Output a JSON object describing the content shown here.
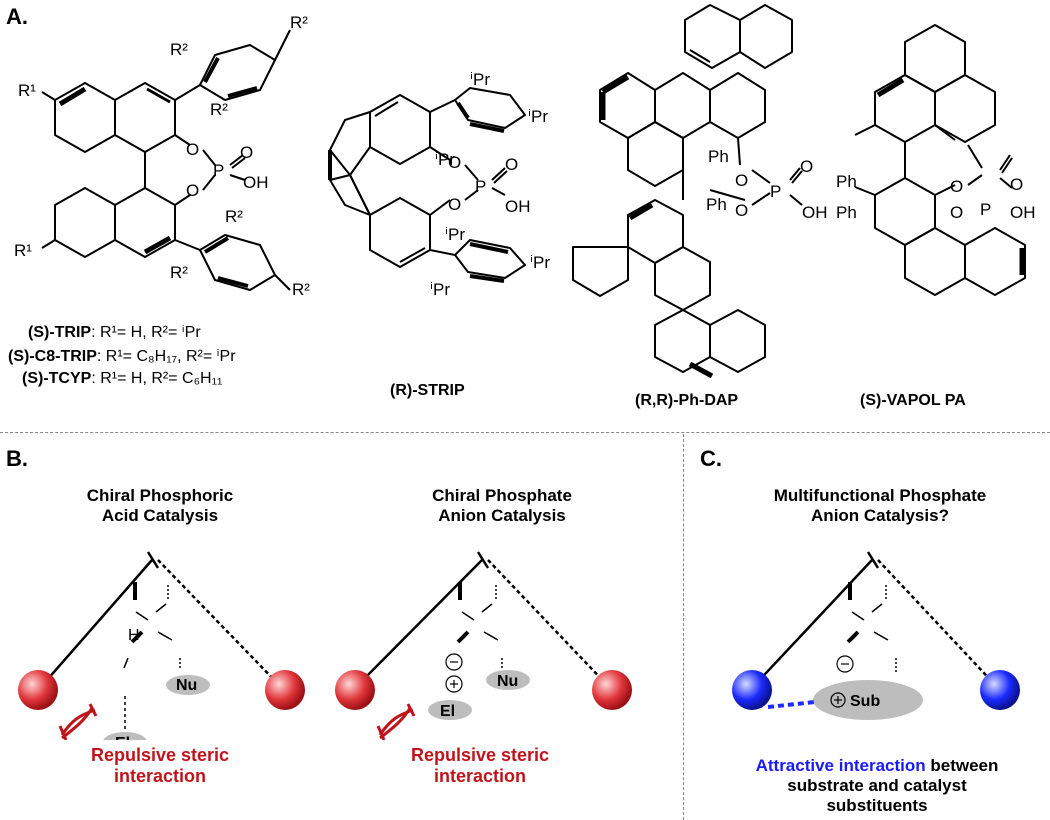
{
  "panels": {
    "a": "A.",
    "b": "B.",
    "c": "C."
  },
  "section_a": {
    "trip_lines": [
      {
        "prefix": "(S)-TRIP",
        "rest": ": R¹= H, R²= ⁱPr"
      },
      {
        "prefix": "(S)-C8-TRIP",
        "rest": ": R¹= C₈H₁₇, R²= ⁱPr"
      },
      {
        "prefix": "(S)-TCYP",
        "rest": ": R¹= H, R²= C₆H₁₁"
      }
    ],
    "strip_name": "(R)-STRIP",
    "dap_name": "(R,R)-Ph-DAP",
    "vapol_name": "(S)-VAPOL PA",
    "labels": {
      "r1": "R¹",
      "r2": "R²",
      "o": "O",
      "p": "P",
      "oh": "OH",
      "ph": "Ph",
      "ipr": "ⁱPr"
    }
  },
  "section_b": {
    "left_title_1": "Chiral Phosphoric",
    "left_title_2": "Acid Catalysis",
    "right_title_1": "Chiral Phosphate",
    "right_title_2": "Anion Catalysis",
    "left_caption_1": "Repulsive steric",
    "left_caption_2": "interaction",
    "right_caption_1": "Repulsive steric",
    "right_caption_2": "interaction",
    "el": "El",
    "nu": "Nu",
    "h": "H"
  },
  "section_c": {
    "title_1": "Multifunctional Phosphate",
    "title_2": "Anion Catalysis?",
    "sub": "Sub",
    "caption_blue": "Attractive interaction",
    "caption_rest": " between",
    "caption_2": "substrate and catalyst",
    "caption_3": "substituents"
  },
  "colors": {
    "red_sphere": "#d8262b",
    "blue_sphere": "#1c2bff",
    "red_text": "#c0141b",
    "blue_text": "#1a1aff",
    "gray_ellipse": "#bdbdbd"
  }
}
